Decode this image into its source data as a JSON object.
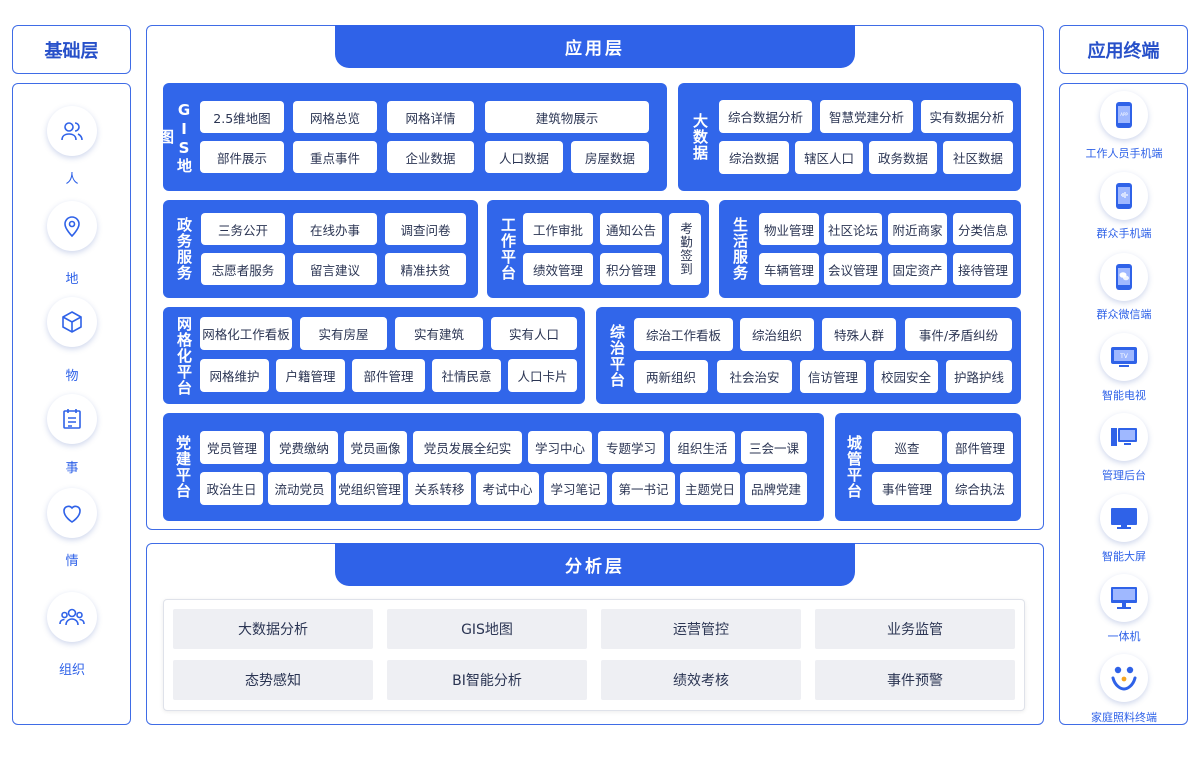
{
  "left_panel": {
    "title": "基础层",
    "items": [
      {
        "icon": "person-icon",
        "label": "人"
      },
      {
        "icon": "location-pin-icon",
        "label": "地"
      },
      {
        "icon": "cube-icon",
        "label": "物"
      },
      {
        "icon": "event-board-icon",
        "label": "事"
      },
      {
        "icon": "heart-icon",
        "label": "情"
      },
      {
        "icon": "group-icon",
        "label": "组织"
      }
    ]
  },
  "right_panel": {
    "title": "应用终端",
    "items": [
      {
        "icon": "phone-app-icon",
        "label": "工作人员手机端"
      },
      {
        "icon": "phone-signal-icon",
        "label": "群众手机端"
      },
      {
        "icon": "wechat-phone-icon",
        "label": "群众微信端"
      },
      {
        "icon": "tv-icon",
        "label": "智能电视"
      },
      {
        "icon": "admin-console-icon",
        "label": "管理后台"
      },
      {
        "icon": "big-screen-icon",
        "label": "智能大屏"
      },
      {
        "icon": "all-in-one-icon",
        "label": "一体机"
      },
      {
        "icon": "family-care-icon",
        "label": "家庭照料终端"
      }
    ]
  },
  "app_layer": {
    "title": "应用层",
    "gis": {
      "title": "GIS地图",
      "cells": [
        "2.5维地图",
        "网格总览",
        "网格详情",
        "建筑物展示",
        "部件展示",
        "重点事件",
        "企业数据",
        "人口数据",
        "房屋数据"
      ]
    },
    "bigdata": {
      "title": "大数据",
      "cells": [
        "综合数据分析",
        "智慧党建分析",
        "实有数据分析",
        "综治数据",
        "辖区人口",
        "政务数据",
        "社区数据"
      ]
    },
    "gov": {
      "title": "政务服务",
      "cells": [
        "三务公开",
        "在线办事",
        "调查问卷",
        "志愿者服务",
        "留言建议",
        "精准扶贫"
      ]
    },
    "work": {
      "title": "工作平台",
      "cells": [
        "工作审批",
        "通知公告",
        "绩效管理",
        "积分管理"
      ],
      "vcell": "考勤签到"
    },
    "life": {
      "title": "生活服务",
      "cells": [
        "物业管理",
        "社区论坛",
        "附近商家",
        "分类信息",
        "车辆管理",
        "会议管理",
        "固定资产",
        "接待管理"
      ]
    },
    "grid": {
      "title": "网格化平台",
      "cells": [
        "网格化工作看板",
        "实有房屋",
        "实有建筑",
        "实有人口",
        "网格维护",
        "户籍管理",
        "部件管理",
        "社情民意",
        "人口卡片"
      ]
    },
    "zongzhi": {
      "title": "综治平台",
      "cells": [
        "综治工作看板",
        "综治组织",
        "特殊人群",
        "事件/矛盾纠纷",
        "两新组织",
        "社会治安",
        "信访管理",
        "校园安全",
        "护路护线"
      ]
    },
    "party": {
      "title": "党建平台",
      "cells": [
        "党员管理",
        "党费缴纳",
        "党员画像",
        "党员发展全纪实",
        "学习中心",
        "专题学习",
        "组织生活",
        "三会一课",
        "政治生日",
        "流动党员",
        "党组织管理",
        "关系转移",
        "考试中心",
        "学习笔记",
        "第一书记",
        "主题党日",
        "品牌党建"
      ]
    },
    "city": {
      "title": "城管平台",
      "cells": [
        "巡查",
        "部件管理",
        "事件管理",
        "综合执法"
      ]
    }
  },
  "analysis_layer": {
    "title": "分析层",
    "cells": [
      "大数据分析",
      "GIS地图",
      "运营管控",
      "业务监管",
      "态势感知",
      "BI智能分析",
      "绩效考核",
      "事件预警"
    ]
  },
  "colors": {
    "primary": "#3166ea",
    "accent_text": "#2f62e8",
    "cell_bg": "#ffffff",
    "analysis_cell_bg": "#eeeff3"
  }
}
